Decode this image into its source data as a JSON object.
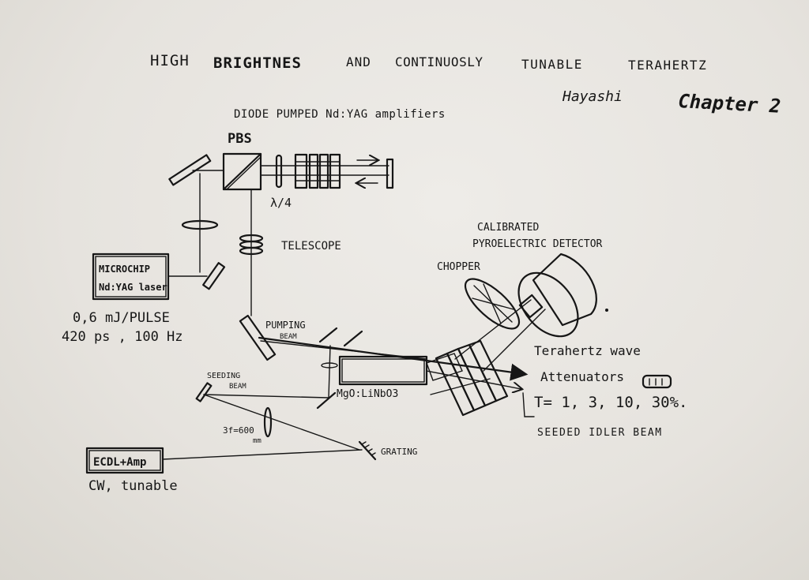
{
  "header": {
    "title_parts": [
      "HIGH",
      "BRIGHTNES",
      "AND",
      "CONTINUOSLY",
      "TUNABLE",
      "TERAHERTZ"
    ],
    "author": "Hayashi",
    "chapter": "Chapter 2"
  },
  "labels": {
    "amplifiers": "DIODE PUMPED Nd:YAG amplifiers",
    "pbs": "PBS",
    "quarter_wave": "λ/4",
    "telescope": "TELESCOPE",
    "microchip_line1": "MICROCHIP",
    "microchip_line2": "Nd:YAG laser",
    "pulse_energy": "0,6 mJ/PULSE",
    "pulse_specs": "420 ps , 100 Hz",
    "pumping_beam_1": "PUMPING",
    "pumping_beam_2": "BEAM",
    "seeding_beam_1": "SEEDING",
    "seeding_beam_2": "BEAM",
    "crystal": "MgO:LiNbO3",
    "lens_focal_1": "3f=600",
    "lens_focal_2": "mm",
    "grating": "GRATING",
    "ecdl": "ECDL+Amp",
    "cw_tunable": "CW, tunable",
    "detector_1": "CALIBRATED",
    "detector_2": "PYROELECTRIC DETECTOR",
    "chopper": "CHOPPER",
    "thz_wave": "Terahertz wave",
    "attenuators": "Attenuators",
    "transmission": "T= 1, 3, 10, 30%.",
    "idler": "SEEDED IDLER BEAM"
  }
}
